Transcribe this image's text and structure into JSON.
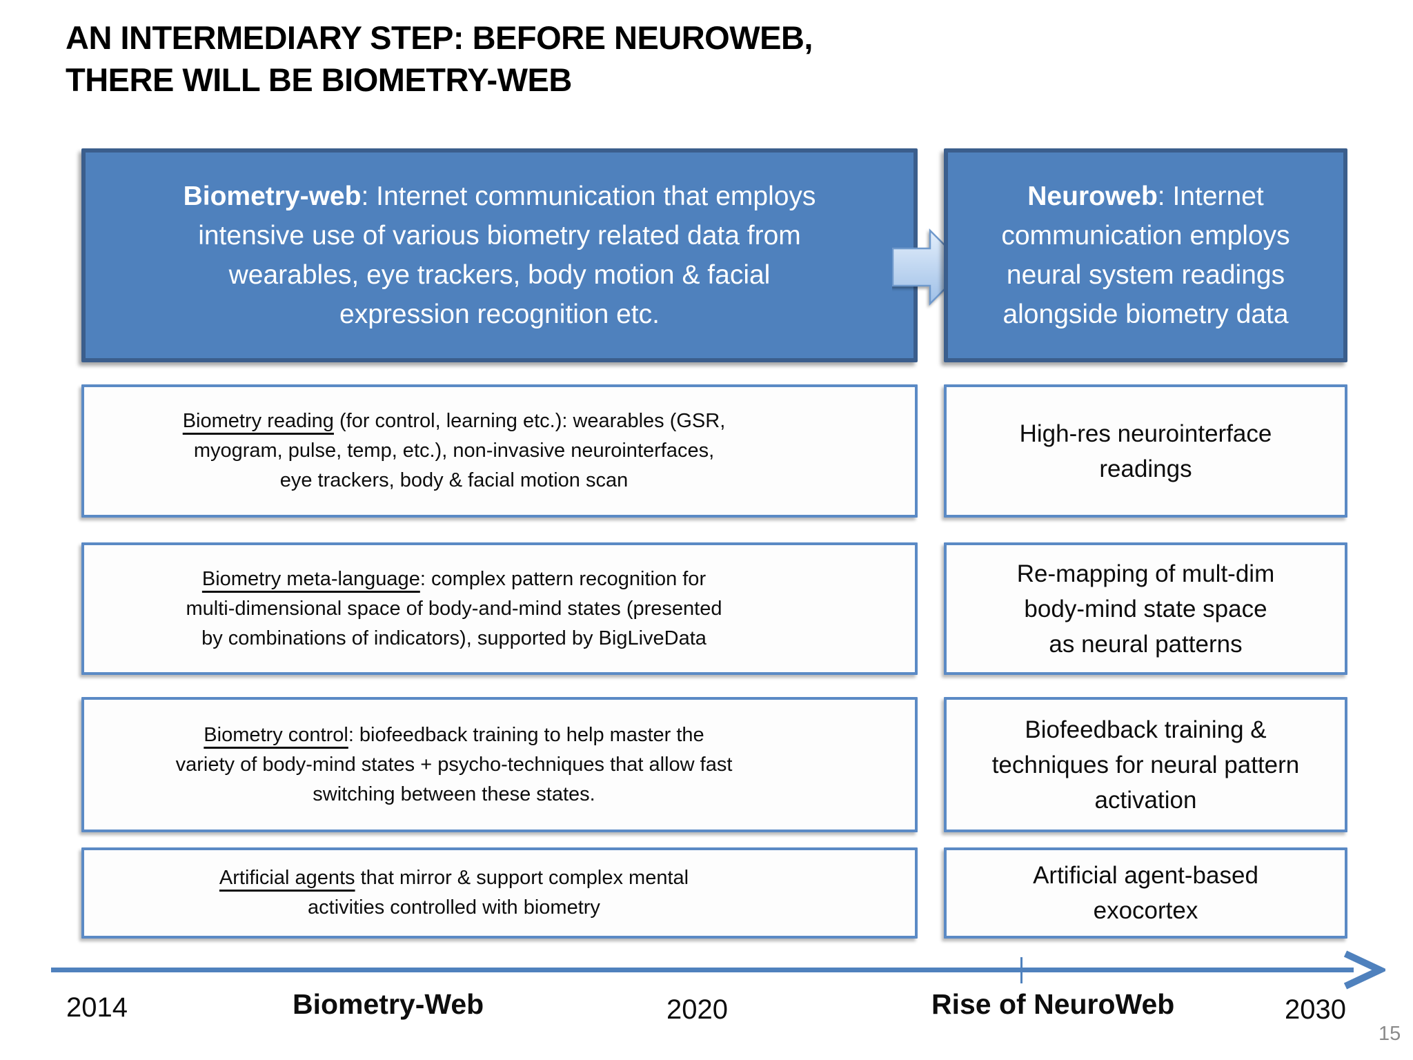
{
  "slide": {
    "title": "AN INTERMEDIARY STEP: BEFORE NEUROWEB,\nTHERE WILL BE BIOMETRY-WEB",
    "page_number": "15"
  },
  "definitions": {
    "biometry_web": {
      "term": "Biometry-web",
      "rest": ": Internet communication that employs\nintensive use of various biometry related data from\nwearables, eye trackers, body motion & facial\nexpression recognition etc."
    },
    "neuroweb": {
      "term": "Neuroweb",
      "rest": ": Internet\ncommunication employs\nneural system readings\nalongside biometry data"
    }
  },
  "rows": [
    {
      "left": {
        "lead": "Biometry reading",
        "rest": " (for control, learning etc.): wearables (GSR,\nmyogram, pulse, temp, etc.), non-invasive neurointerfaces,\neye trackers, body & facial motion scan"
      },
      "right": "High-res neurointerface\nreadings"
    },
    {
      "left": {
        "lead": "Biometry meta-language",
        "rest": ": complex pattern recognition for\nmulti-dimensional space of body-and-mind states (presented\nby combinations of indicators), supported by BigLiveData"
      },
      "right": "Re-mapping of mult-dim\nbody-mind state space\nas neural patterns"
    },
    {
      "left": {
        "lead": "Biometry control",
        "rest": ": biofeedback training to help master the\nvariety of body-mind states + psycho-techniques that allow fast\nswitching between these states."
      },
      "right": "Biofeedback training &\ntechniques for neural pattern\nactivation"
    },
    {
      "left": {
        "lead": "Artificial agents",
        "rest": " that mirror & support complex mental\nactivities controlled with biometry"
      },
      "right": "Artificial agent-based\nexocortex"
    }
  ],
  "timeline": {
    "years": [
      "2014",
      "2020",
      "2030"
    ],
    "phases": [
      "Biometry-Web",
      "Rise of NeuroWeb"
    ]
  },
  "icons": {
    "flow_arrow": "right-arrow",
    "timeline_arrowhead": "right-arrowhead"
  },
  "colors": {
    "definition_box_fill": "#4f81bd",
    "definition_box_border": "#3b5e8c",
    "detail_box_border": "#5b8ac5",
    "timeline_blue": "#4f81bd",
    "flow_arrow_fill_light": "#dfeafa",
    "flow_arrow_fill_dark": "#9fc0e7",
    "page_number_gray": "#8a8a8a"
  }
}
